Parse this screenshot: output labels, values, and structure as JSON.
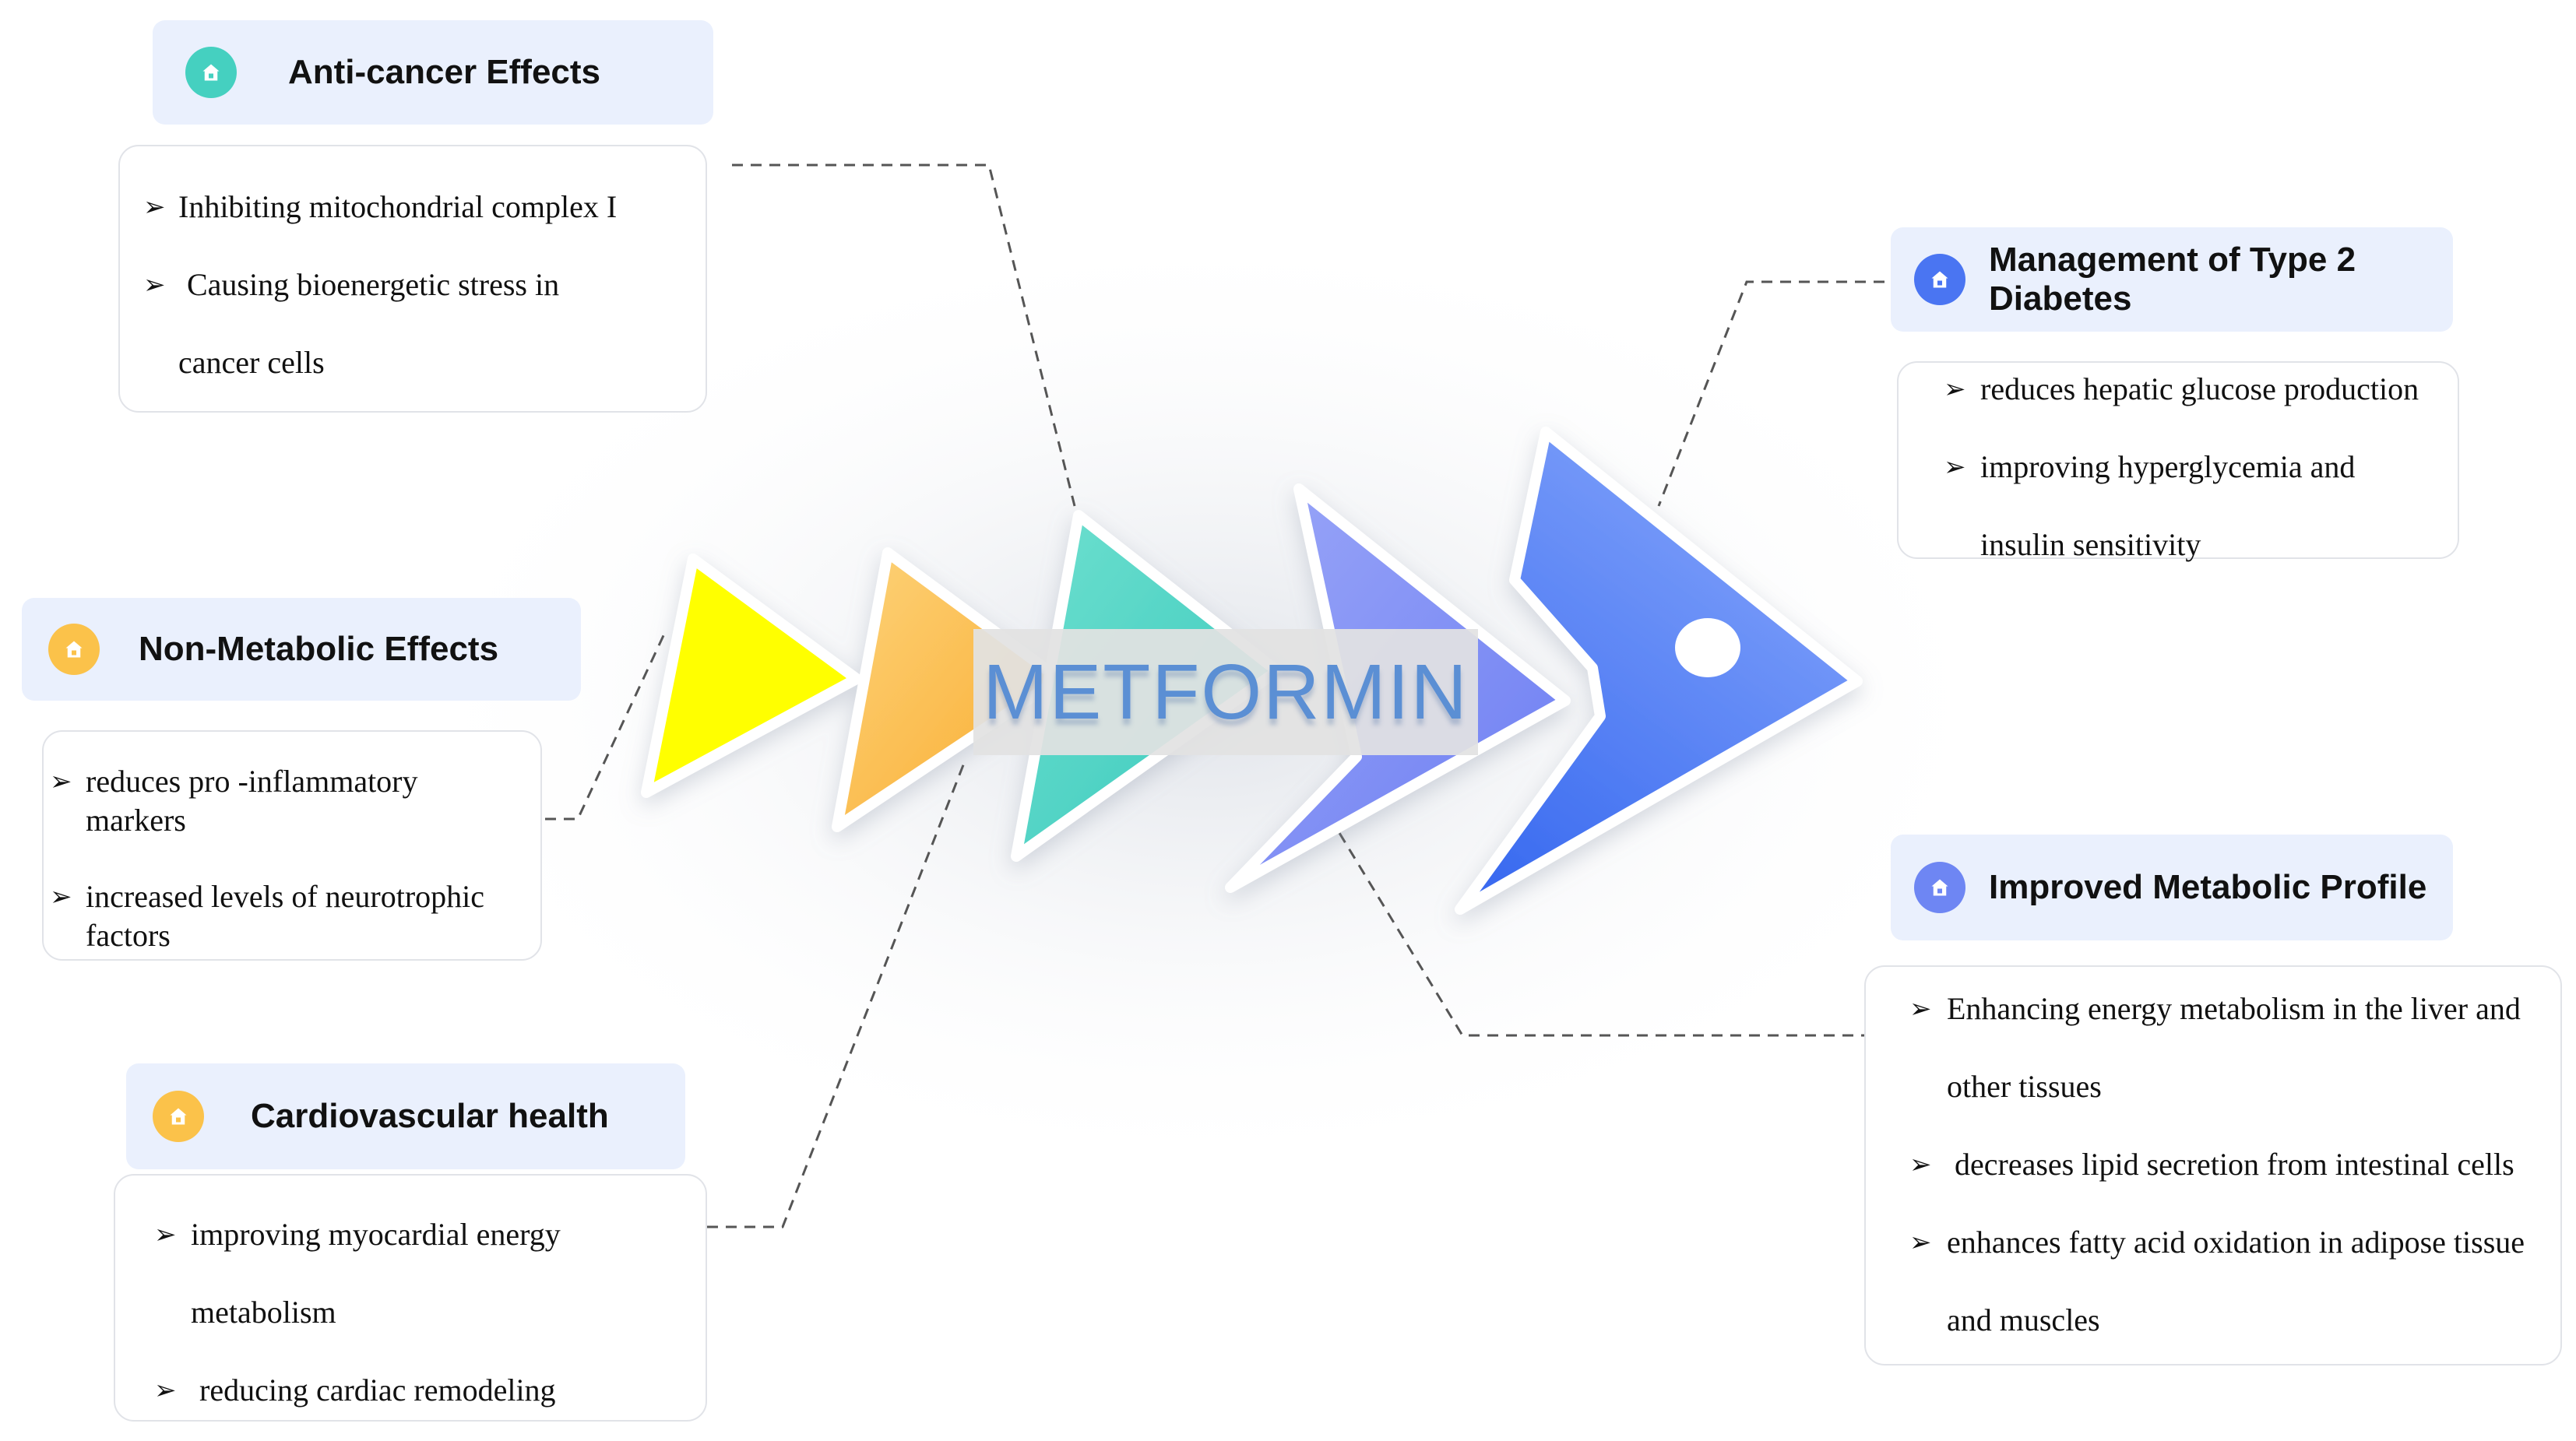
{
  "center": {
    "label": "METFORMIN"
  },
  "colors": {
    "yellow": "#ffff00",
    "orange": "#fbb53a",
    "teal": "#45d0c0",
    "periwinkle": "#7f8ef5",
    "blue": "#4a75f2",
    "header_bg": "#eaf0fd",
    "center_text": "#5b8fd4"
  },
  "branches": {
    "anticancer": {
      "title": "Anti-cancer Effects",
      "icon": "home-icon",
      "color": "#45d0c0",
      "items": [
        "Inhibiting mitochondrial complex I",
        "Causing bioenergetic stress in",
        "cancer cells"
      ]
    },
    "nonmetabolic": {
      "title": "Non-Metabolic Effects",
      "icon": "home-icon",
      "color": "#fbc24a",
      "items": [
        "reduces pro -inflammatory",
        "markers",
        "increased levels of neurotrophic",
        "factors"
      ]
    },
    "cardio": {
      "title": "Cardiovascular health",
      "icon": "home-icon",
      "color": "#fbc24a",
      "items": [
        "improving myocardial energy",
        "metabolism",
        "reducing cardiac  remodeling"
      ]
    },
    "diabetes": {
      "title_line1": "Management of Type 2",
      "title_line2": "Diabetes",
      "icon": "home-icon",
      "color": "#4a75f2",
      "items": [
        "reduces hepatic glucose production",
        "improving hyperglycemia and",
        "insulin sensitivity"
      ]
    },
    "metabolic": {
      "title": "Improved Metabolic Profile",
      "icon": "home-icon",
      "color": "#6e86f3",
      "items": [
        "Enhancing energy metabolism in the liver and",
        "other tissues",
        "decreases lipid secretion from intestinal cells",
        "enhances fatty acid oxidation in adipose tissue",
        "and muscles"
      ]
    }
  }
}
